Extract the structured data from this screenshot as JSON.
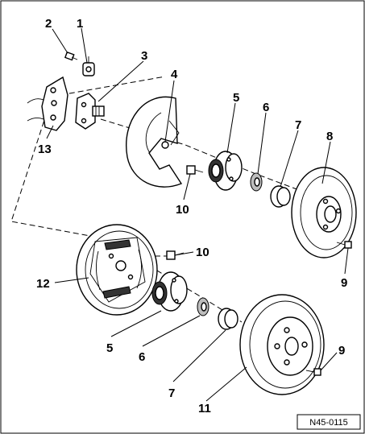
{
  "diagram_id": "N45-0115",
  "callouts": [
    {
      "id": "c2",
      "text": "2"
    },
    {
      "id": "c1",
      "text": "1"
    },
    {
      "id": "c3",
      "text": "3"
    },
    {
      "id": "c4",
      "text": "4"
    },
    {
      "id": "c5a",
      "text": "5"
    },
    {
      "id": "c6a",
      "text": "6"
    },
    {
      "id": "c7a",
      "text": "7"
    },
    {
      "id": "c8",
      "text": "8"
    },
    {
      "id": "c13",
      "text": "13"
    },
    {
      "id": "c10a",
      "text": "10"
    },
    {
      "id": "c9a",
      "text": "9"
    },
    {
      "id": "c10b",
      "text": "10"
    },
    {
      "id": "c12",
      "text": "12"
    },
    {
      "id": "c5b",
      "text": "5"
    },
    {
      "id": "c6b",
      "text": "6"
    },
    {
      "id": "c7b",
      "text": "7"
    },
    {
      "id": "c11",
      "text": "11"
    },
    {
      "id": "c9b",
      "text": "9"
    }
  ]
}
